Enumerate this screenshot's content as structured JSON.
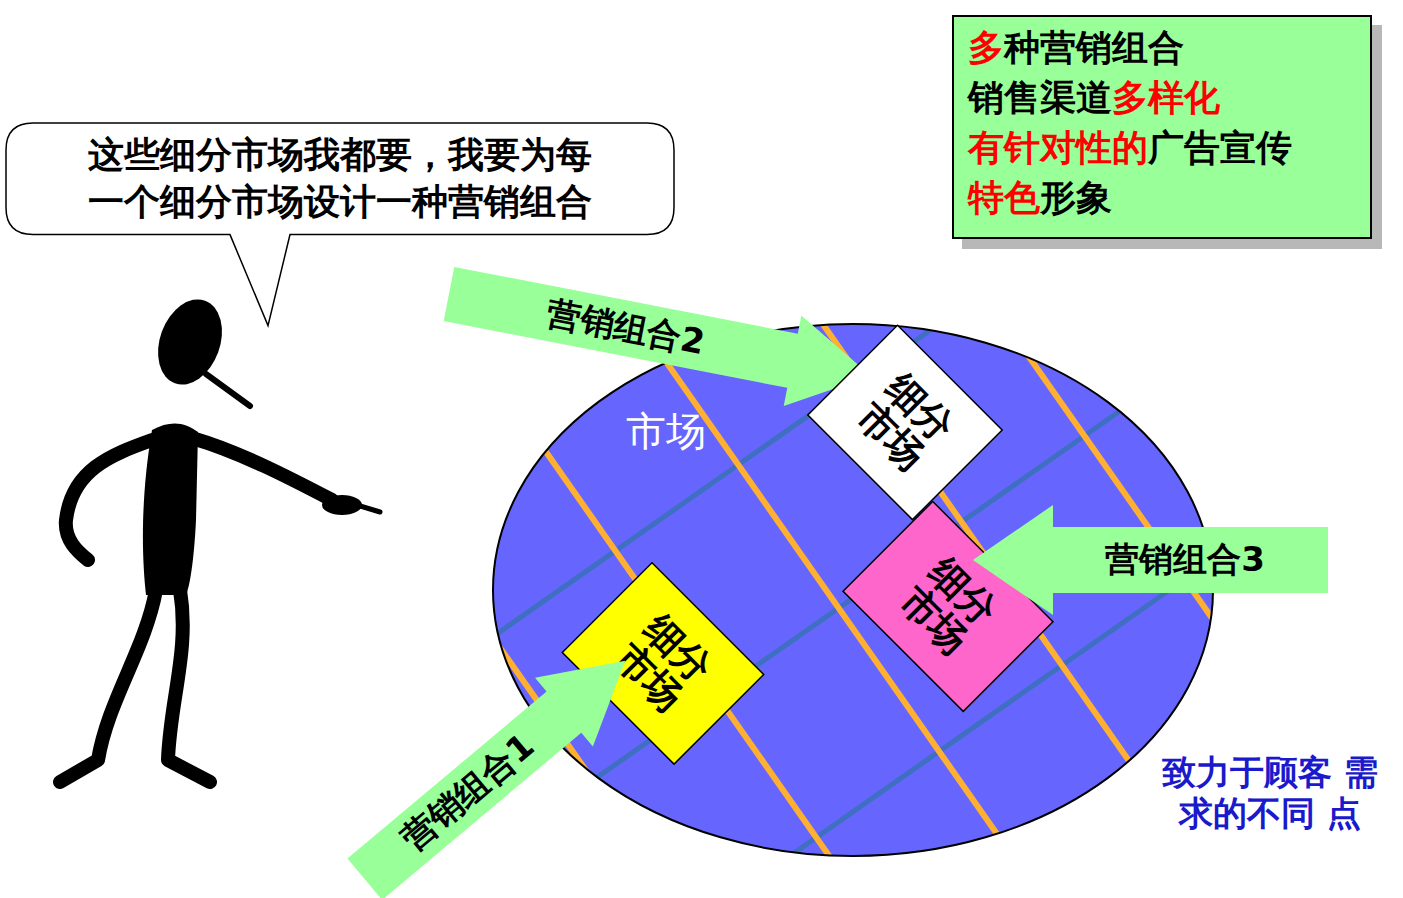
{
  "diagram": {
    "nodes": [
      {
        "text": [
          "这些细分市场我都要，我要为每 一个细分市场设计一种营销组合"
        ]
      },
      {
        "text": [
          "多种营销组合",
          "销售渠道多样化",
          "有针对性的广告宣传",
          "特色形象"
        ]
      },
      {
        "text": [
          "营销组合2"
        ]
      },
      {
        "text": [
          "市场"
        ]
      },
      {
        "text": [
          "细分市场"
        ],
        "in": 3
      },
      {
        "text": [
          "细分市场"
        ],
        "in": 3
      },
      {
        "text": [
          "营销组合3"
        ]
      },
      {
        "text": [
          "细分市场"
        ],
        "in": 3
      },
      {
        "text": [
          "营销组合1"
        ]
      }
    ],
    "labels": [
      "致力于顾客 需求的不同 点"
    ]
  }
}
